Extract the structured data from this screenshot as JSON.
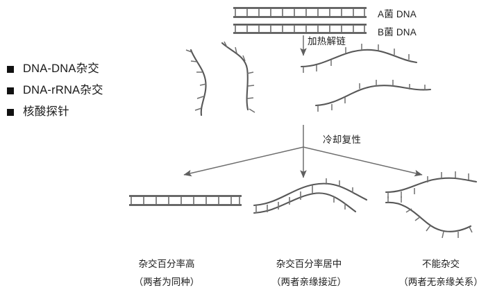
{
  "legend": {
    "items": [
      {
        "label": "DNA-DNA杂交",
        "bullet": "filled-square-bullet"
      },
      {
        "label": "DNA-rRNA杂交",
        "bullet": "filled-square-bullet"
      },
      {
        "label": "核酸探针",
        "bullet": "filled-square-bullet"
      }
    ]
  },
  "diagram": {
    "source_labels": {
      "strand_a": "A菌 DNA",
      "strand_b": "B菌 DNA"
    },
    "steps": {
      "denature": "加热解链",
      "renature": "冷却复性"
    },
    "outcomes": [
      {
        "id": "high",
        "title": "杂交百分率高",
        "subtitle": "（两者为同种）"
      },
      {
        "id": "medium",
        "title": "杂交百分率居中",
        "subtitle": "（两者亲缘接近）"
      },
      {
        "id": "none",
        "title": "不能杂交",
        "subtitle": "（两者无亲缘关系）"
      }
    ]
  },
  "colors": {
    "background": "#ffffff",
    "text": "#1d1d1d",
    "bullet": "#111111",
    "strand_dark": "#4a4a4a",
    "strand_light": "#8c8c8c",
    "arrow": "#6d6d6d"
  }
}
